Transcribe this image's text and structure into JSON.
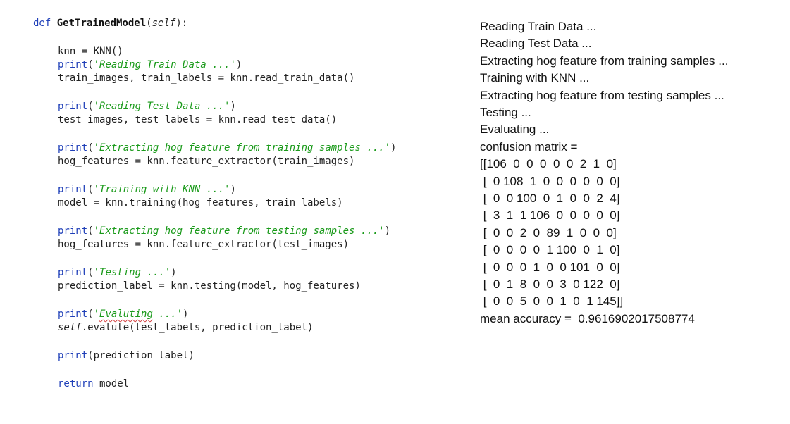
{
  "code": {
    "def_line": {
      "kw": "def",
      "name": "GetTrainedModel",
      "open": "(",
      "self": "self",
      "close": "):"
    },
    "knn_line": "knn = KNN()",
    "print1": {
      "fn": "print",
      "open": "(",
      "str": "'Reading Train Data ...'",
      "close": ")"
    },
    "train_line": "train_images, train_labels = knn.read_train_data()",
    "print2": {
      "fn": "print",
      "open": "(",
      "str": "'Reading Test Data ...'",
      "close": ")"
    },
    "test_line": "test_images, test_labels = knn.read_test_data()",
    "print3": {
      "fn": "print",
      "open": "(",
      "str": "'Extracting hog feature from training samples ...'",
      "close": ")"
    },
    "hog_train_line": "hog_features = knn.feature_extractor(train_images)",
    "print4": {
      "fn": "print",
      "open": "(",
      "str": "'Training with KNN ...'",
      "close": ")"
    },
    "model_line": "model = knn.training(hog_features, train_labels)",
    "print5": {
      "fn": "print",
      "open": "(",
      "str": "'Extracting hog feature from testing samples ...'",
      "close": ")"
    },
    "hog_test_line": "hog_features = knn.feature_extractor(test_images)",
    "print6": {
      "fn": "print",
      "open": "(",
      "str": "'Testing ...'",
      "close": ")"
    },
    "pred_line": "prediction_label = knn.testing(model, hog_features)",
    "print7": {
      "fn": "print",
      "open": "(",
      "str_start": "'",
      "str_word": "Evaluting",
      "str_end": " ...'",
      "close": ")"
    },
    "evalute_line": {
      "self": "self",
      "rest": ".evalute(test_labels, prediction_label)"
    },
    "print8": {
      "fn": "print",
      "rest": "(prediction_label)"
    },
    "return_line": {
      "kw": "return",
      "rest": " model"
    }
  },
  "output": {
    "lines": [
      "Reading Train Data ...",
      "Reading Test Data ...",
      "Extracting hog feature from training samples ...",
      "Training with KNN ...",
      "Extracting hog feature from testing samples ...",
      "Testing ...",
      "Evaluating ...",
      "confusion matrix =",
      "[[106  0  0  0  0  0  2  1  0]",
      " [  0 108  1  0  0  0  0  0  0]",
      " [  0  0 100  0  1  0  0  2  4]",
      " [  3  1  1 106  0  0  0  0  0]",
      " [  0  0  2  0  89  1  0  0  0]",
      " [  0  0  0  0  1 100  0  1  0]",
      " [  0  0  0  1  0  0 101  0  0]",
      " [  0  1  8  0  0  3  0 122  0]",
      " [  0  0  5  0  0  1  0  1 145]]",
      "mean accuracy =  0.9616902017508774"
    ]
  }
}
